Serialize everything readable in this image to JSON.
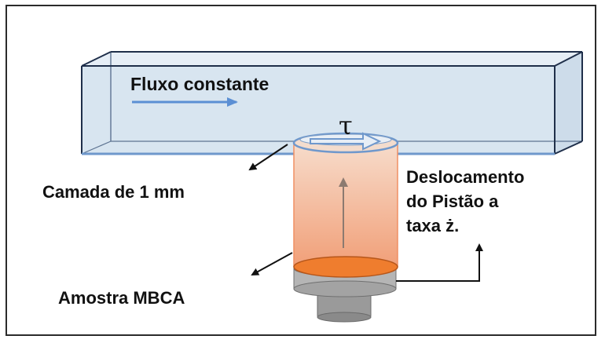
{
  "labels": {
    "flow": "Fluxo constante",
    "tau": "τ",
    "layer": "Camada de 1 mm",
    "displacement_line1": "Deslocamento",
    "displacement_line2": "do Pistão a",
    "displacement_line3": "taxa ż.",
    "sample": "Amostra MBCA"
  },
  "colors": {
    "channel_fill": "#dbe7f1",
    "channel_stroke": "#1f2f4a",
    "channel_bottom_edge": "#6f98cc",
    "flow_arrow": "#5b8fd4",
    "cylinder_top": "#f6d9c6",
    "cylinder_bottom": "#f2a27c",
    "piston_disc": "#ef7d2e",
    "piston_base": "#9a9a9a",
    "text": "#111111"
  }
}
